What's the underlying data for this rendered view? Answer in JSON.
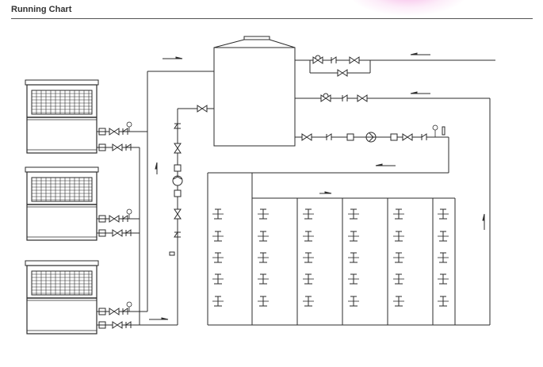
{
  "page": {
    "title": "Running Chart"
  },
  "colors": {
    "line": "#2b2b2b",
    "background": "#ffffff",
    "accent_blob": "#ea5ac8"
  },
  "components": {
    "units": [
      "heat-pump-unit-1",
      "heat-pump-unit-2",
      "heat-pump-unit-3"
    ],
    "tank": "storage-tank",
    "pump_icons": [
      "circulation-pump-icon"
    ],
    "gauge_icons": [
      "pressure-gauge-icon"
    ],
    "valve_icons": [
      "gate-valve-icon",
      "check-valve-icon",
      "filter-icon"
    ],
    "fan_coil_icons": [
      "terminal-unit-icon"
    ],
    "flow_indicators": [
      "flow-arrow"
    ]
  }
}
